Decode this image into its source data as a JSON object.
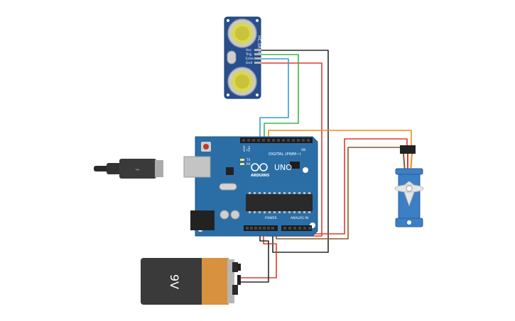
{
  "sensor": {
    "model": "HC-SR04",
    "pins": [
      "Vcc",
      "Trig",
      "Echo",
      "Gnd"
    ]
  },
  "arduino": {
    "brand": "ARDUINO",
    "model": "UNO",
    "digital_label": "DIGITAL (PWM~)",
    "power_label": "POWER",
    "analog_label": "ANALOG IN",
    "aref_label": "AREF",
    "gnd_label": "GND",
    "tx_label": "TX",
    "rx_label": "RX",
    "l_label": "L",
    "on_label": "ON"
  },
  "battery": {
    "label": "9V"
  },
  "colors": {
    "board": "#2b6ea6",
    "board_dark": "#1f5687",
    "sensor_board": "#274f8f",
    "wire_red": "#e03a2a",
    "wire_black": "#2a2a2a",
    "wire_green": "#3bb54a",
    "wire_blue": "#3a9ad9",
    "wire_orange": "#f08a1c",
    "wire_brown": "#8b5a2b",
    "battery_body": "#3a3a3a",
    "battery_label": "#d8913f",
    "servo": "#3d7fc4"
  }
}
